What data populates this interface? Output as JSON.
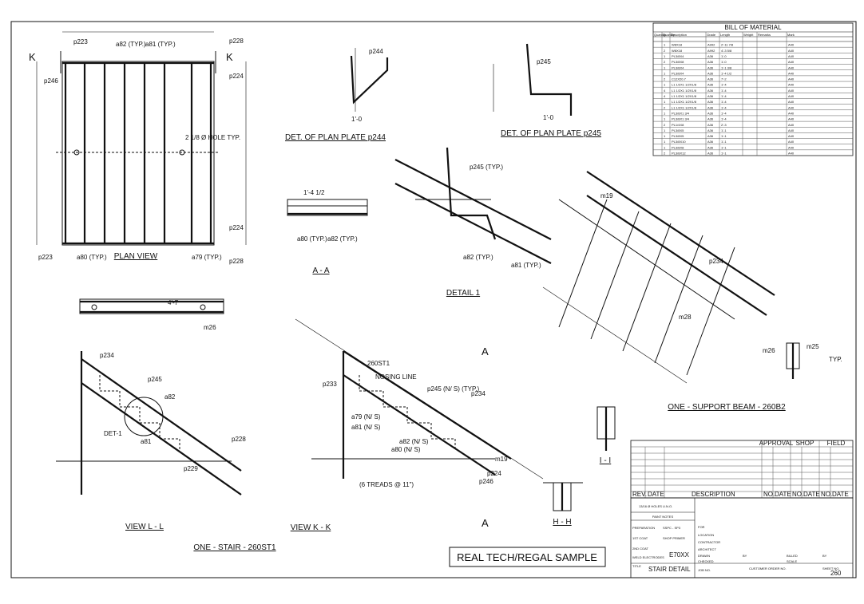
{
  "views": {
    "plan": {
      "caption": "PLAN VIEW",
      "marks": [
        "p223",
        "p228",
        "p246",
        "p224",
        "p224",
        "p223",
        "p228",
        "a82 (TYP.)",
        "a81 (TYP.)",
        "a80 (TYP.)",
        "a79 (TYP.)",
        "2 1/8 Ø HOLE TYP.",
        "K",
        "K"
      ]
    },
    "aa": {
      "caption": "A - A",
      "dim": "1'-4 1/2",
      "marks": [
        "a80 (TYP.)",
        "a82 (TYP.)"
      ]
    },
    "p244": {
      "caption": "DET. OF PLAN PLATE p244",
      "marks": [
        "p244",
        "1'-0"
      ]
    },
    "p245": {
      "caption": "DET. OF PLAN PLATE p245",
      "marks": [
        "p245",
        "1'-0"
      ]
    },
    "detail1": {
      "caption": "DETAIL 1",
      "marks": [
        "p245 (TYP.)",
        "a82 (TYP.)",
        "a81 (TYP.)"
      ]
    },
    "ll": {
      "caption": "VIEW L - L",
      "marks": [
        "p234",
        "p245",
        "a82",
        "a81",
        "DET-1",
        "p228",
        "p229",
        "4'-7",
        "m26"
      ]
    },
    "kk": {
      "caption": "VIEW K - K",
      "marks": [
        "260ST1",
        "NOSING LINE",
        "p233",
        "p245 (N/ S) (TYP.)",
        "a79 (N/ S)",
        "a81 (N/ S)",
        "a82 (N/ S)",
        "a80 (N/ S)",
        "p234",
        "p224",
        "p246",
        "m19",
        "(6 TREADS @ 11\")"
      ]
    },
    "beam": {
      "caption": "ONE - SUPPORT BEAM - 260B2",
      "marks": [
        "m19",
        "p234",
        "m28",
        "m25",
        "m26",
        "TYP."
      ]
    },
    "ii": {
      "caption": "I - I"
    },
    "hh": {
      "caption": "H - H"
    },
    "stair_title": "ONE - STAIR - 260ST1",
    "section_marks": [
      "A",
      "A"
    ]
  },
  "bom": {
    "title": "BILL OF MATERIAL",
    "headers": [
      "Quantity",
      "Quantity",
      "Description",
      "Grade",
      "Length",
      "Weight",
      "Remarks",
      "Mark"
    ],
    "rows": [
      [
        "1",
        "W8X18",
        "A992",
        "2'-11 7/8",
        "",
        "",
        "",
        "A40"
      ],
      [
        "2",
        "W8X18",
        "A992",
        "4'-3 5/8",
        "",
        "",
        "",
        "A40"
      ],
      [
        "1",
        "PL3/8X4",
        "A36",
        "1'-0",
        "",
        "",
        "",
        "A40"
      ],
      [
        "2",
        "PL3/8X8",
        "A36",
        "1'-0",
        "",
        "",
        "",
        "A40"
      ],
      [
        "1",
        "PL3/8X4",
        "A36",
        "1'-1 3/8",
        "",
        "",
        "",
        "A40"
      ],
      [
        "1",
        "PL3/8X4",
        "A36",
        "1'-4 1/2",
        "",
        "",
        "",
        "A40"
      ],
      [
        "2",
        "C12X20.7",
        "A36",
        "7'-2",
        "",
        "",
        "",
        "A40"
      ],
      [
        "1",
        "L1 1/2X1 1/2X1/8",
        "A36",
        "1'-4",
        "",
        "",
        "",
        "A40"
      ],
      [
        "4",
        "L1 1/2X1 1/2X1/8",
        "A36",
        "1'-4",
        "",
        "",
        "",
        "A40"
      ],
      [
        "4",
        "L1 1/2X1 1/2X1/8",
        "A36",
        "1'-4",
        "",
        "",
        "",
        "A40"
      ],
      [
        "1",
        "L1 1/2X1 1/2X1/8",
        "A36",
        "1'-4",
        "",
        "",
        "",
        "A40"
      ],
      [
        "2",
        "L1 1/2X1 1/2X1/8",
        "A36",
        "1'-4",
        "",
        "",
        "",
        "A40"
      ],
      [
        "1",
        "PL3/8X1 3/4",
        "A36",
        "1'-4",
        "",
        "",
        "",
        "A40"
      ],
      [
        "1",
        "PL3/8X1 3/4",
        "A36",
        "1'-4",
        "",
        "",
        "",
        "A40"
      ],
      [
        "2",
        "PL1/4X8",
        "A36",
        "2'-3",
        "",
        "",
        "",
        "A40"
      ],
      [
        "1",
        "PL3/8X5",
        "A36",
        "1'-1",
        "",
        "",
        "",
        "A40"
      ],
      [
        "1",
        "PL3/8X5",
        "A36",
        "1'-1",
        "",
        "",
        "",
        "A40"
      ],
      [
        "1",
        "PL3/8X10",
        "A36",
        "1'-1",
        "",
        "",
        "",
        "A40"
      ],
      [
        "1",
        "PL3/8X8",
        "A36",
        "1'-1",
        "",
        "",
        "",
        "A40"
      ],
      [
        "2",
        "PL3/8X12",
        "A36",
        "1'-1",
        "",
        "",
        "",
        "A40"
      ]
    ]
  },
  "title_block": {
    "approval": "APPROVAL",
    "shop": "SHOP",
    "field": "FIELD",
    "rev": "REV.",
    "date": "DATE",
    "description": "DESCRIPTION",
    "no": "NO.",
    "date2": "DATE",
    "no2": "NO.",
    "date3": "DATE",
    "no3": "NO.",
    "date4": "DATE",
    "holes": "13/16 Ø HOLES U.N.O.",
    "paint_notes": "PAINT NOTES",
    "preparation": "PREPARATION",
    "preparation_val": "SSPC - SP3",
    "first_coat": "1ST COAT",
    "first_coat_val": "SHOP PRIMER",
    "second_coat": "2ND COAT",
    "weld": "WELD ELECTRODES",
    "weld_val": "E70XX",
    "title_lbl": "TITLE",
    "title": "STAIR DETAIL",
    "for": "FOR",
    "location": "LOCATION",
    "contractor": "CONTRACTOR",
    "architect": "ARCHITECT",
    "drawn": "DRAWN",
    "checked": "CHECKED",
    "by": "BY",
    "billed": "BILLED",
    "scale": "SCALE",
    "by2": "BY",
    "job_no": "JOB NO.",
    "customer": "CUSTOMER ORDER NO.",
    "sheet": "SHEET NO.",
    "sheet_val": "260"
  },
  "sample_label": "REAL TECH/REGAL SAMPLE"
}
